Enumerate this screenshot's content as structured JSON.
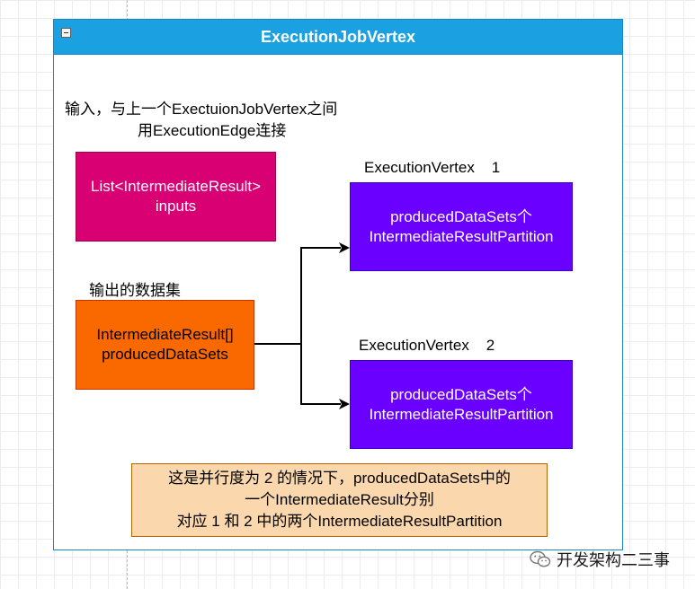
{
  "container": {
    "title": "ExecutionJobVertex"
  },
  "input_caption": {
    "line1": "输入，与上一个ExectuionJobVertex之间",
    "line2": "用ExecutionEdge连接"
  },
  "inputs_box": {
    "line1": "List<IntermediateResult>",
    "line2": "inputs"
  },
  "output_caption": "输出的数据集",
  "output_box": {
    "line1": "IntermediateResult[]",
    "line2": "producedDataSets"
  },
  "vertices": [
    {
      "label": "ExecutionVertex    1",
      "line1": "producedDataSets个",
      "line2": "IntermediateResultPartition"
    },
    {
      "label": "ExecutionVertex    2",
      "line1": "producedDataSets个",
      "line2": "IntermediateResultPartition"
    }
  ],
  "note": {
    "line1": "这是并行度为 2 的情况下，producedDataSets中的",
    "line2": "一个IntermediateResult分别",
    "line3": "对应 1 和 2 中的两个IntermediateResultPartition"
  },
  "watermark": {
    "text": "开发架构二三事",
    "icon": "wechat-icon"
  },
  "colors": {
    "header": "#1ba1e2",
    "inputs_box": "#d80073",
    "output_box": "#fa6800",
    "vertex_box": "#6a00ff",
    "note": "#fad7ac"
  }
}
